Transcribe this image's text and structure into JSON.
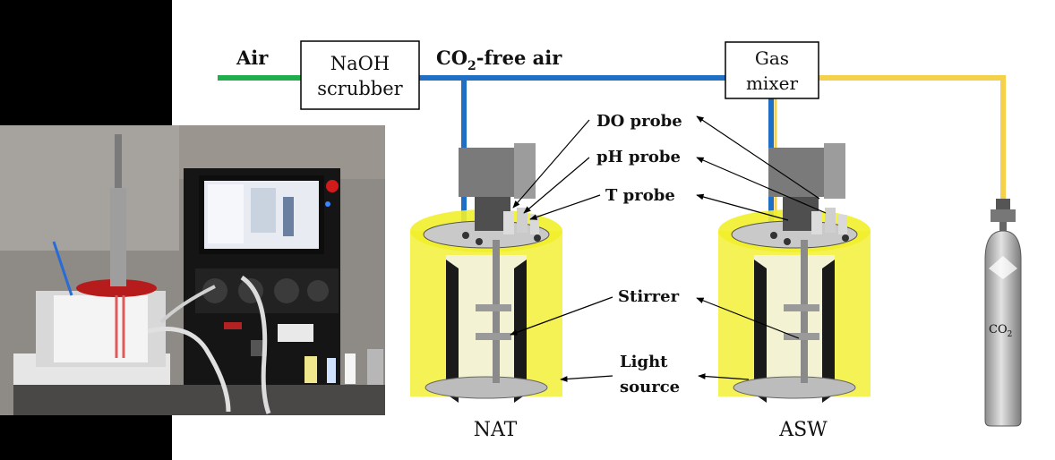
{
  "labels": {
    "air": "Air",
    "scrubber_line1": "NaOH",
    "scrubber_line2": "scrubber",
    "co2_free_air_prefix": "CO",
    "co2_free_air_sub": "2",
    "co2_free_air_suffix": "-free air",
    "mixer_line1": "Gas",
    "mixer_line2": "mixer",
    "do_probe": "DO probe",
    "ph_probe": "pH probe",
    "t_probe": "T probe",
    "stirrer": "Stirrer",
    "light_line1": "Light",
    "light_line2": "source",
    "reactor_left": "NAT",
    "reactor_right": "ASW",
    "cylinder_prefix": "CO",
    "cylinder_sub": "2"
  },
  "colors": {
    "air_line": "#1fae4b",
    "co2_free_line": "#1f6fc5",
    "co2_line": "#f5d04a",
    "jacket": "#f2ef2a",
    "cylinder": "#b9b9b9"
  }
}
